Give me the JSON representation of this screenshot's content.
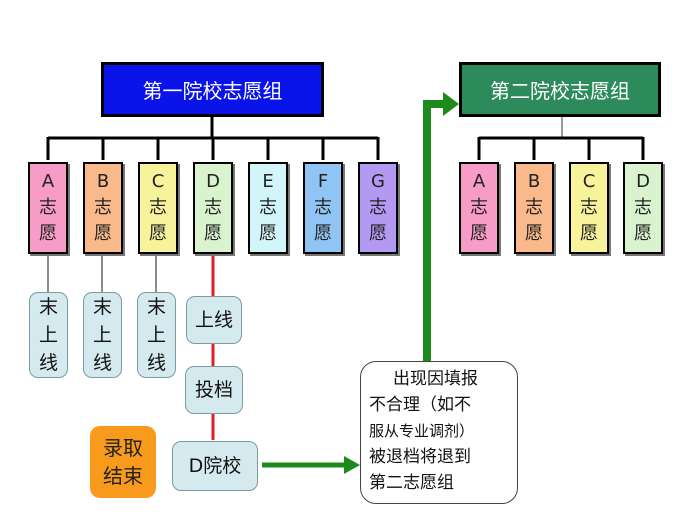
{
  "group1": {
    "title": "第一院校志愿组",
    "boxes": [
      {
        "letter": "A",
        "l1": "志",
        "l2": "愿",
        "color": "#f79cc6"
      },
      {
        "letter": "B",
        "l1": "志",
        "l2": "愿",
        "color": "#f9b98a"
      },
      {
        "letter": "C",
        "l1": "志",
        "l2": "愿",
        "color": "#f6f39a"
      },
      {
        "letter": "D",
        "l1": "志",
        "l2": "愿",
        "color": "#d9f3cf"
      },
      {
        "letter": "E",
        "l1": "志",
        "l2": "愿",
        "color": "#d2f5f9"
      },
      {
        "letter": "F",
        "l1": "志",
        "l2": "愿",
        "color": "#90c4f4"
      },
      {
        "letter": "G",
        "l1": "志",
        "l2": "愿",
        "color": "#b499f3"
      }
    ],
    "not_online": [
      {
        "c1": "末",
        "c2": "上",
        "c3": "线"
      },
      {
        "c1": "末",
        "c2": "上",
        "c3": "线"
      },
      {
        "c1": "末",
        "c2": "上",
        "c3": "线"
      }
    ]
  },
  "group2": {
    "title": "第二院校志愿组",
    "boxes": [
      {
        "letter": "A",
        "l1": "志",
        "l2": "愿",
        "color": "#f79cc6"
      },
      {
        "letter": "B",
        "l1": "志",
        "l2": "愿",
        "color": "#f9b98a"
      },
      {
        "letter": "C",
        "l1": "志",
        "l2": "愿",
        "color": "#f6f39a"
      },
      {
        "letter": "D",
        "l1": "志",
        "l2": "愿",
        "color": "#d9f3cf"
      }
    ]
  },
  "d_path": {
    "step1": "上线",
    "step2": "投档",
    "step3": "D院校"
  },
  "admission_end": {
    "l1": "录取",
    "l2": "结束"
  },
  "callout": {
    "lines": [
      "出现因填报",
      "不合理（如不",
      "服从专业调剂）",
      "被退档将退到",
      "第二志愿组"
    ]
  },
  "colors": {
    "group1_header": "#0a13e8",
    "group2_header": "#2c8a5b",
    "red_path": "#e02020",
    "green_arrow": "#1d8a1d"
  }
}
